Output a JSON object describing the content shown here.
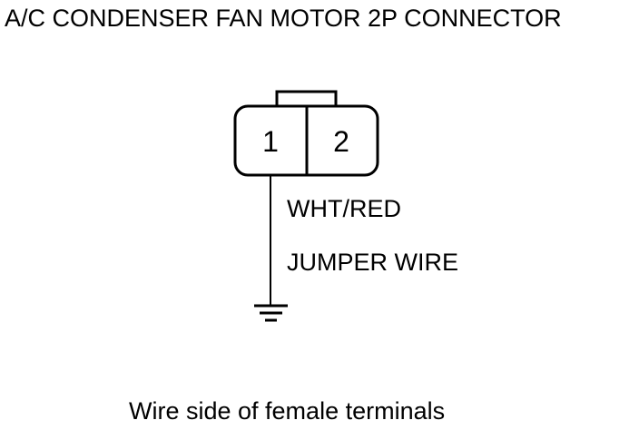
{
  "diagram": {
    "title": "A/C CONDENSER FAN MOTOR 2P CONNECTOR",
    "connector": {
      "terminals": [
        "1",
        "2"
      ]
    },
    "wire_color": "WHT/RED",
    "wire_label": "JUMPER WIRE",
    "caption": "Wire side of female terminals"
  }
}
